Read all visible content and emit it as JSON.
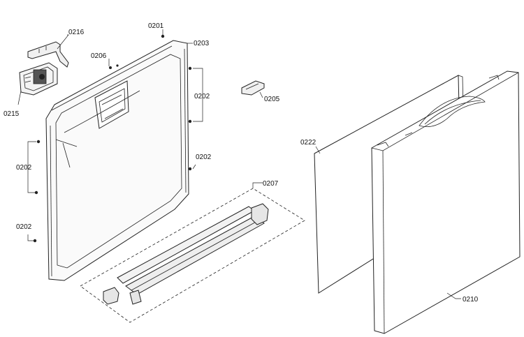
{
  "callouts": {
    "c0201": "0201",
    "c0203": "0203",
    "c0216": "0216",
    "c0206": "0206",
    "c0215": "0215",
    "c0202_right_upper": "0202",
    "c0205": "0205",
    "c0202_left_upper": "0202",
    "c0202_right_lower": "0202",
    "c0202_left_lower": "0202",
    "c0222": "0222",
    "c0207": "0207",
    "c0210": "0210"
  }
}
